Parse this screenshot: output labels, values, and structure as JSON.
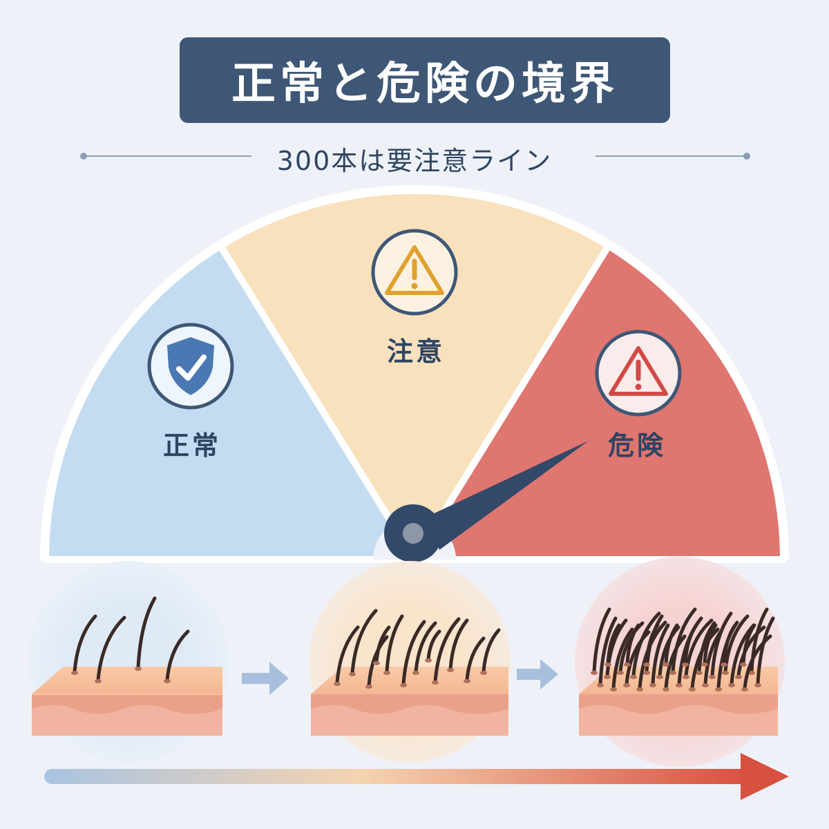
{
  "header": {
    "title": "正常と危険の境界",
    "subtitle": "300本は要注意ライン"
  },
  "gauge": {
    "zones": [
      {
        "label": "正常",
        "icon": "shield-check-icon",
        "color": "#c4dcf1"
      },
      {
        "label": "注意",
        "icon": "warning-triangle-icon",
        "color": "#f9e1bd"
      },
      {
        "label": "危険",
        "icon": "danger-triangle-icon",
        "color": "#df7670"
      }
    ],
    "needle_color": "#33496a",
    "needle_points_to": "危険"
  },
  "stages": [
    {
      "name": "normal-scalp",
      "hair_density": "low",
      "tint": "#dde9f6"
    },
    {
      "name": "caution-scalp",
      "hair_density": "medium",
      "tint": "#f9e6cf"
    },
    {
      "name": "danger-scalp",
      "hair_density": "high",
      "tint": "#f5d8d8"
    }
  ],
  "colors": {
    "title_bg": "#3e5777",
    "progress_start": "#a9c4e2",
    "progress_mid": "#f5d3b0",
    "progress_end": "#d8503f"
  }
}
